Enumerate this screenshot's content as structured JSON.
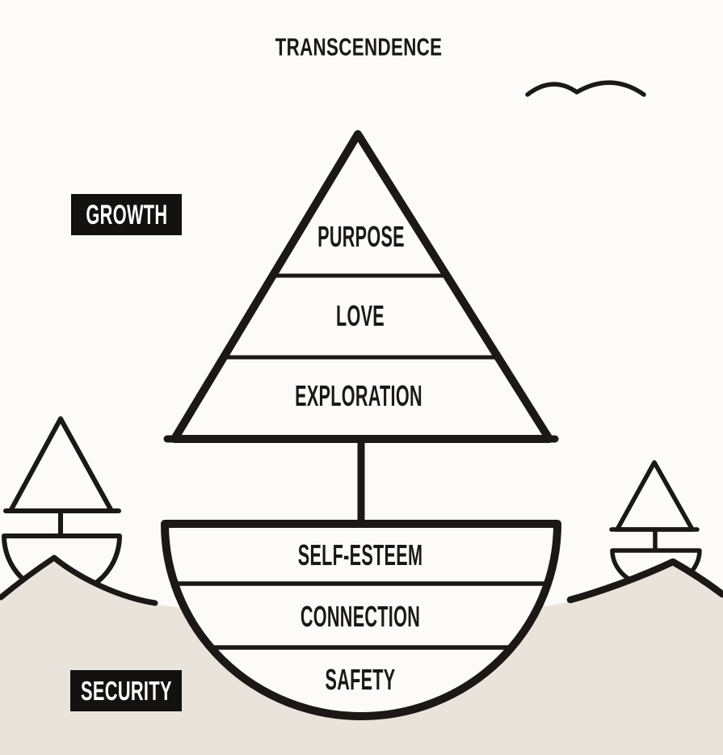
{
  "title": "TRANSCENDENCE",
  "badges": {
    "growth": "GROWTH",
    "security": "SECURITY"
  },
  "sail_levels": [
    "PURPOSE",
    "LOVE",
    "EXPLORATION"
  ],
  "hull_levels": [
    "SELF-ESTEEM",
    "CONNECTION",
    "SAFETY"
  ],
  "icons": {
    "bird": "bird-icon",
    "left_boat": "sailboat-left-icon",
    "right_boat": "sailboat-right-icon"
  },
  "colors": {
    "ink": "#1b1815",
    "ground": "#e8e4dc",
    "background": "#fcfbf9",
    "badge_bg": "#141210",
    "badge_text": "#ffffff"
  }
}
